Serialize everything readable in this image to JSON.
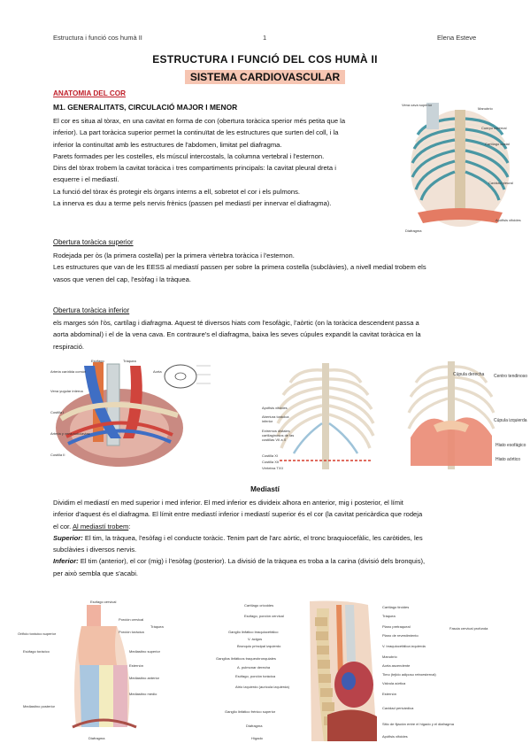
{
  "header": {
    "left": "Estructura i funció cos humà II",
    "page": "1",
    "right": "Elena Esteve"
  },
  "title": "ESTRUCTURA I FUNCIÓ DEL COS HUMÀ II",
  "subtitle": "SISTEMA CARDIOVASCULAR",
  "section": "ANATOMIA DEL COR",
  "m1_heading": "M1. GENERALITATS, CIRCULACIÓ MAJOR I MENOR",
  "intro_lines": [
    "El cor es situa al tòrax, en una cavitat en forma de con (obertura toràcica sperior més petita que la",
    "inferior). La part toràcica superior permet la continuïtat de les estructures que surten del coll, i la",
    "inferior la continuïtat amb les estructures de l'abdomen, limitat pel diafragma.",
    "Parets formades per les costelles, els múscul intercostals, la columna vertebral i l'esternon.",
    "Dins del tòrax trobem la cavitat toràcica i tres compartiments principals: la cavitat pleural dreta i",
    "esquerre i el mediastí.",
    "La funció del tòrax és protegir els òrgans interns a ell, sobretot el cor i els pulmons.",
    "La innerva es duu a terme pels nervis frènics (passen pel mediastí per innervar el diafragma)."
  ],
  "sup_heading": "Obertura toràcica superior",
  "sup_lines": [
    "Rodejada per òs (la primera costella) per la primera vèrtebra toràcica i l'esternon.",
    "Les estructures que van de les EESS al mediastí passen per sobre la primera costella (subclàvies), a nivell medial trobem els",
    "vasos que venen del cap, l'esòfag i la tràquea."
  ],
  "inf_heading": "Obertura toràcica inferior",
  "inf_lines": [
    "els marges són l'òs, cartílag i diafragma. Aquest té diversos hiats com l'esofàgic, l'aòrtic (on la toràcica descendent passa a",
    "aorta abdominal) i el de la vena cava. En contraure's el diafragma, baixa les seves cúpules expandit la cavitat toràcica en la",
    "respiració."
  ],
  "mediasti_heading": "Mediastí",
  "med_line1": "Dividim el mediastí en med superior i med inferior. El med inferior es divideix alhora en anterior, mig i posterior, el límit",
  "med_line2": "inferior d'aquest és el diafragma. El límit entre mediastí inferior i mediastí superior és el cor (la cavitat pericàrdica que rodeja",
  "med_line3a": "el cor.",
  "med_line3b": "Al mediastí trobem",
  "superior_label": "Superior:",
  "superior_line1": " El tim, la tràquea, l'esòfag i el conducte toràcic. Tenim part de l'arc aòrtic, el tronc braquiocefàlic, les caròtides, les",
  "superior_line2": "subclàvies i diversos nervis.",
  "inferior_label": "Inferior:",
  "inferior_line1": " El tim (anterior), el cor (mig) i l'esòfag (posterior). La divisió de la tràquea es troba a la carina (divisió dels bronquis),",
  "inferior_line2": "per això sembla que s'acabi.",
  "fig1_labels": [
    "Vena cava superior",
    "Manubrio",
    "Cuerpo esternal",
    "Cartílago costal",
    "Cavidad pleural",
    "Diafragma",
    "Apófisis xifoides"
  ],
  "fig2_labels": [
    "Esófago",
    "Tráquea",
    "Arteria carótida común",
    "Vena yugular interna",
    "Aorta",
    "Costilla I",
    "Costilla II",
    "Arteria y vena subclavias"
  ],
  "fig3_labels": [
    "Apófisis xifoides",
    "Abertura torácica inferior",
    "Extremos distales cartilaginosos de las costillas VII a X",
    "Costilla XI",
    "Costilla XII",
    "Vértebra TXII"
  ],
  "fig4_labels": [
    "Cúpula derecha",
    "Centro tendinoso",
    "Cúpula izquierda",
    "Hiato esofágico",
    "Hiato aórtico"
  ],
  "fig5_labels": [
    "Esófago cervical",
    "Porción cervical",
    "Porción torácica",
    "Tráquea",
    "Orificio torácico superior",
    "Esófago torácico",
    "Mediastino superior",
    "Esternón",
    "Mediastino anterior",
    "Mediastino posterior",
    "Mediastino medio",
    "Diafragma"
  ],
  "fig6_left_labels": [
    "Cartílago cricoides",
    "Esófago, porción cervical",
    "Ganglio linfático braquiocefálico",
    "V. ácigos",
    "Bronquio principal izquierdo",
    "Ganglios linfáticos traqueobronquiales",
    "A. pulmonar derecha",
    "Esófago, porción torácica",
    "Atrio izquierdo (aurícula izquierda)",
    "Ganglio linfático frénico superior",
    "Diafragma",
    "Hígado"
  ],
  "fig6_right_labels": [
    "Cartílago tiroides",
    "Tráquea",
    "Plano pretraqueal",
    "Plano de revestimiento",
    "Fascia cervical profunda",
    "V. braquiocefálica izquierda",
    "Manubrio",
    "Aorta ascendente",
    "Timo (tejido adiposo retroesternal)",
    "Válvula aórtica",
    "Esternón",
    "Cavidad pericárdica",
    "Sitio de fijación entre el hígado y el diafragma",
    "Apófisis xifoides"
  ],
  "colors": {
    "title_highlight": "#f6c5b2",
    "section_red": "#c0202a"
  }
}
